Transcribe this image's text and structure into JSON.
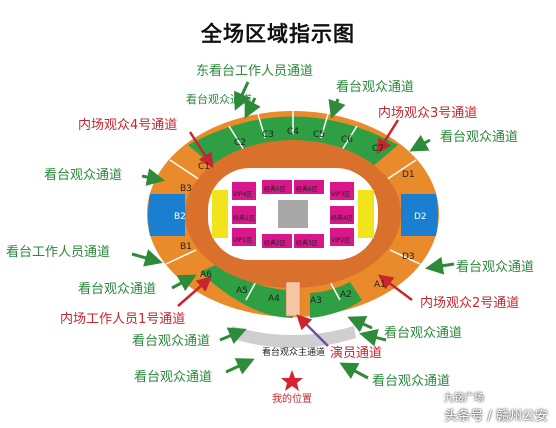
{
  "title": "全场区域指示图",
  "labels": {
    "east_staff": "东看台工作人员通道",
    "stand_top_left": "看台观众通道",
    "stand_top_right": "看台观众通道",
    "inner4": "内场观众4号通道",
    "inner3": "内场观众3号通道",
    "stand_right_upper": "看台观众通道",
    "stand_left_upper": "看台观众通道",
    "stand_staff": "看台工作人员通道",
    "stand_right_mid": "看台观众通道",
    "stand_left_mid": "看台观众通道",
    "inner2": "内场观众2号通道",
    "inner_staff1": "内场工作人员1号通道",
    "stand_right_low": "看台观众通道",
    "stand_left_low": "看台观众通道",
    "performer": "演员通道",
    "stand_bottom_left": "看台观众通道",
    "stand_bottom_right": "看台观众通道",
    "my_position": "我的位置",
    "main_aisle": "看台观众主通道",
    "passage": "演员通道"
  },
  "zones": {
    "C1": "C1",
    "C2": "C2",
    "C3": "C3",
    "C4": "C4",
    "C5": "C5",
    "C6": "C6",
    "C7": "C7",
    "B1": "B1",
    "B2": "B2",
    "B3": "B3",
    "D1": "D1",
    "D2": "D2",
    "D3": "D3",
    "A1": "A1",
    "A2": "A2",
    "A3": "A3",
    "A4": "A4",
    "A5": "A5",
    "A6": "A6"
  },
  "inner_zones": {
    "jd5": "经典5区",
    "jd6": "经典6区",
    "jd2": "经典2区",
    "jd3": "经典3区",
    "jd1": "经典1区",
    "jd4": "经典4区",
    "vip1": "VIP1区",
    "vip2": "VIP2区",
    "vip3": "VIP3区",
    "vip4": "VIP4区"
  },
  "watermark": "头条号 / 赣州公安",
  "watermark_logo": "九铭广场",
  "colors": {
    "green": "#2ea043",
    "orange": "#e98b2a",
    "blue": "#1a7fd0",
    "track": "#d9702b",
    "field": "#ffffff",
    "seat": "#d8188a",
    "yellow": "#f2e41c",
    "stage": "#a8a8a8",
    "red_text": "#c9252c",
    "green_text": "#2a8a3a"
  }
}
